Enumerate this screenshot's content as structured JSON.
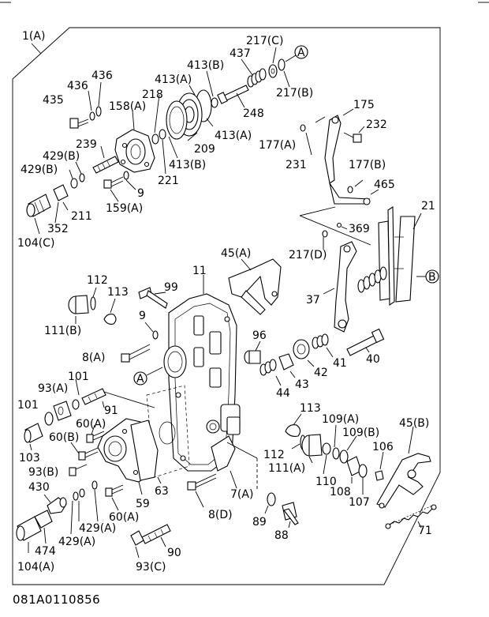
{
  "diagram_code": "081A0110856",
  "callouts": {
    "a_top": "A",
    "a_mid": "A",
    "b_right": "B"
  },
  "labels": {
    "p1a": "1(A)",
    "p217c": "217(C)",
    "p437": "437",
    "p413b_top": "413(B)",
    "p413a_top": "413(A)",
    "p217b": "217(B)",
    "p436a": "436",
    "p436b": "436",
    "p435": "435",
    "p158a": "158(A)",
    "p218": "218",
    "p248": "248",
    "p175": "175",
    "p232": "232",
    "p413a_mid": "413(A)",
    "p209": "209",
    "p177a": "177(A)",
    "p239": "239",
    "p429b_1": "429(B)",
    "p429b_2": "429(B)",
    "p413b_mid": "413(B)",
    "p231": "231",
    "p177b": "177(B)",
    "p221": "221",
    "p465": "465",
    "p9_top": "9",
    "p159a": "159(A)",
    "p211": "211",
    "p21": "21",
    "p352": "352",
    "p369": "369",
    "p104c": "104(C)",
    "p217d": "217(D)",
    "p45a": "45(A)",
    "p112_top": "112",
    "p99": "99",
    "p11": "11",
    "p113_top": "113",
    "p37": "37",
    "p9_mid": "9",
    "p111b": "111(B)",
    "p96": "96",
    "p8a": "8(A)",
    "p40": "40",
    "p41": "41",
    "p42": "42",
    "p43": "43",
    "p44": "44",
    "p101_a": "101",
    "p93a": "93(A)",
    "p113_mid": "113",
    "p109a": "109(A)",
    "p45b": "45(B)",
    "p101_b": "101",
    "p91": "91",
    "p109b": "109(B)",
    "p60a_top": "60(A)",
    "p106": "106",
    "p60b": "60(B)",
    "p103": "103",
    "p112_mid": "112",
    "p111a": "111(A)",
    "p110": "110",
    "p93b": "93(B)",
    "p108": "108",
    "p107": "107",
    "p430": "430",
    "p63": "63",
    "p59": "59",
    "p7a": "7(A)",
    "p60a_bot": "60(A)",
    "p429a_1": "429(A)",
    "p8d": "8(D)",
    "p89": "89",
    "p71": "71",
    "p429a_2": "429(A)",
    "p88": "88",
    "p474": "474",
    "p90": "90",
    "p104a": "104(A)",
    "p93c": "93(C)"
  }
}
